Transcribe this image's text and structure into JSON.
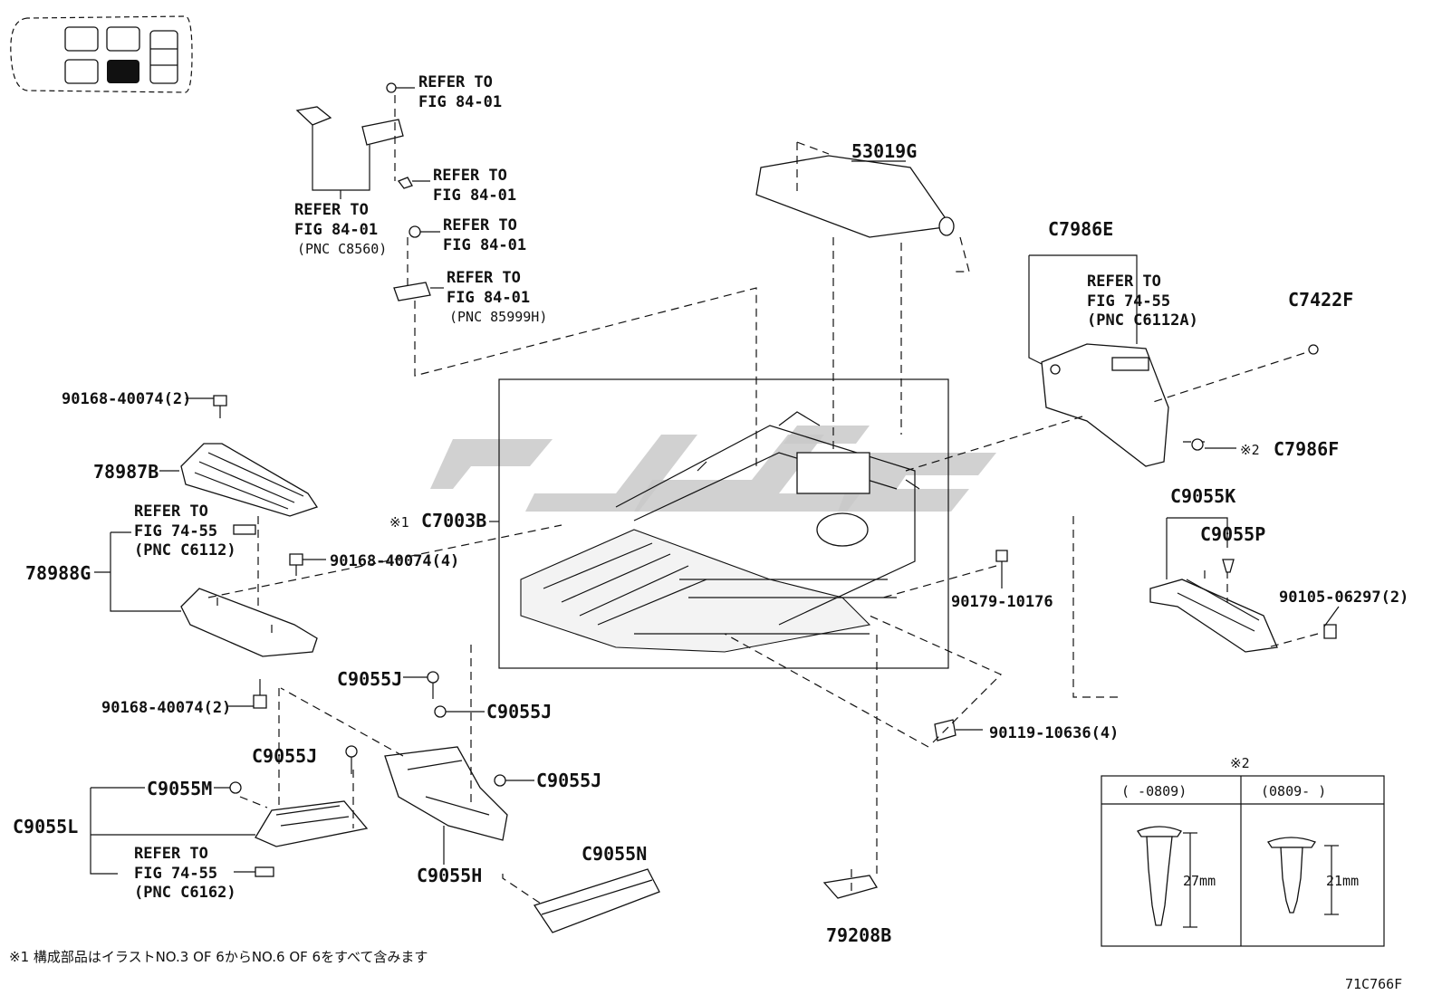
{
  "labels": {
    "p53019G": "53019G",
    "c7986e": "C7986E",
    "c7422f": "C7422F",
    "c7986f": "C7986F",
    "c7986f_mark": "※2",
    "c9055k": "C9055K",
    "c9055p": "C9055P",
    "p90105": "90105-06297(2)",
    "p90179": "90179-10176",
    "p90119": "90119-10636(4)",
    "p79208b": "79208B",
    "c9055n": "C9055N",
    "c9055h": "C9055H",
    "c9055j_1": "C9055J",
    "c9055j_2": "C9055J",
    "c9055j_3": "C9055J",
    "c9055j_4": "C9055J",
    "c9055m": "C9055M",
    "c9055l": "C9055L",
    "p78987b": "78987B",
    "p78988g": "78988G",
    "p90168_top": "90168-40074(2)",
    "p90168_mid": "90168-40074(4)",
    "p90168_bot": "90168-40074(2)",
    "c7003b": "C7003B",
    "c7003b_mark": "※1",
    "code": "71C766F"
  },
  "refer_notes": [
    {
      "line1": "REFER TO",
      "line2": "FIG 84-01",
      "line3": ""
    },
    {
      "line1": "REFER TO",
      "line2": "FIG 84-01",
      "line3": "(PNC C8560)"
    },
    {
      "line1": "REFER TO",
      "line2": "FIG 84-01",
      "line3": ""
    },
    {
      "line1": "REFER TO",
      "line2": "FIG 84-01",
      "line3": ""
    },
    {
      "line1": "REFER TO",
      "line2": "FIG 84-01",
      "line3": "(PNC 85999H)"
    },
    {
      "line1": "REFER TO",
      "line2": "FIG 74-55",
      "line3": "(PNC C6112A)"
    },
    {
      "line1": "REFER TO",
      "line2": "FIG 74-55",
      "line3": "(PNC C6112)"
    },
    {
      "line1": "REFER TO",
      "line2": "FIG 74-55",
      "line3": "(PNC C6162)"
    }
  ],
  "inset_table": {
    "mark": "※2",
    "col1_header": "(    -0809)",
    "col2_header": "(0809-    )",
    "col1_dim": "27mm",
    "col2_dim": "21mm"
  },
  "footnote": "※1 構成部品はイラストNO.3 OF 6からNO.6 OF 6をすべて含みます",
  "colors": {
    "line": "#111111",
    "highlight_seat": "#111111",
    "watermark": "#c9c9c9"
  }
}
